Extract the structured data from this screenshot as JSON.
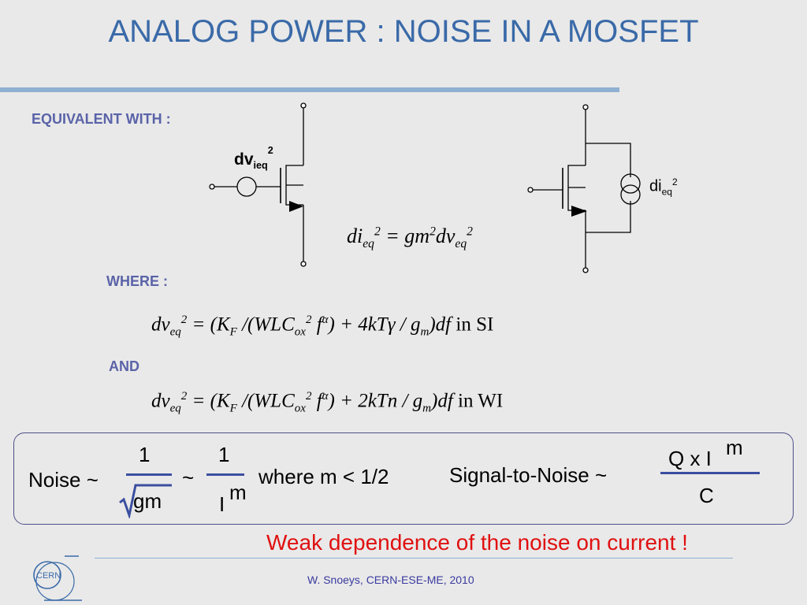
{
  "slide": {
    "title": "ANALOG POWER : NOISE IN A MOSFET",
    "equivalent_label": "EQUIVALENT WITH :",
    "where_label": "WHERE :",
    "and_label": "AND",
    "footer": "W. Snoeys, CERN-ESE-ME, 2010",
    "conclusion": "Weak dependence of the noise on current !",
    "logo_text": "CERN"
  },
  "circuit": {
    "left_source": {
      "base": "dv",
      "sub": "ieq",
      "sup": "2"
    },
    "right_source": {
      "base": "di",
      "sub": "eq",
      "sup": "2"
    }
  },
  "equations": {
    "equivalence": {
      "lhs": "di",
      "lhs_sub": "eq",
      "lhs_sup": "2",
      "eq": " = gm",
      "gm_sup": "2",
      "dv": "dv",
      "rhs_sub": "eq",
      "rhs_sup": "2"
    },
    "si": {
      "lhs": "dv",
      "sub": "eq",
      "sup": "2",
      "body": " = (K",
      "kf_sub": "F",
      "mid": " /(WLC",
      "cox_sub": "ox",
      "cox_sup": "2",
      "f": " f",
      "alpha": "α",
      "tail": ") + 4kTγ / g",
      "gm_sub": "m",
      "end": ")df",
      "regime": "in SI"
    },
    "wi": {
      "lhs": "dv",
      "sub": "eq",
      "sup": "2",
      "body": " = (K",
      "kf_sub": "F",
      "mid": " /(WLC",
      "cox_sub": "ox",
      "cox_sup": "2",
      "f": " f",
      "alpha": "α",
      "tail": ") + 2kTn / g",
      "gm_sub": "m",
      "end": ")df",
      "regime": "in WI"
    }
  },
  "noise": {
    "label": "Noise ~",
    "frac1_num": "1",
    "frac1_den": "gm",
    "tilde": "~",
    "frac2_num": "1",
    "frac2_den": "I",
    "frac2_exp": "m",
    "condition": "where m < 1/2",
    "snr_label": "Signal-to-Noise ~",
    "snr_num": "Q x I",
    "snr_exp": "m",
    "snr_den": "C"
  }
}
